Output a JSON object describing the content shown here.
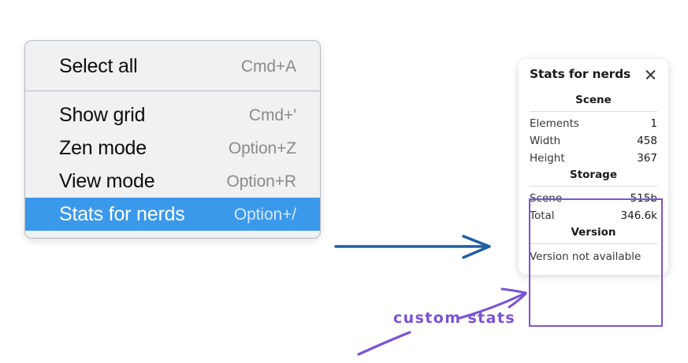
{
  "context_menu": {
    "sections": [
      {
        "items": [
          {
            "label": "Select all",
            "shortcut": "Cmd+A",
            "selected": false
          }
        ]
      },
      {
        "items": [
          {
            "label": "Show grid",
            "shortcut": "Cmd+'",
            "selected": false
          },
          {
            "label": "Zen mode",
            "shortcut": "Option+Z",
            "selected": false
          },
          {
            "label": "View mode",
            "shortcut": "Option+R",
            "selected": false
          },
          {
            "label": "Stats for nerds",
            "shortcut": "Option+/",
            "selected": true
          }
        ]
      }
    ],
    "highlight_color": "#3b99ec"
  },
  "stats_panel": {
    "title": "Stats for nerds",
    "close_icon": "close-icon",
    "sections": [
      {
        "heading": "Scene",
        "rows": [
          {
            "label": "Elements",
            "value": "1"
          },
          {
            "label": "Width",
            "value": "458"
          },
          {
            "label": "Height",
            "value": "367"
          }
        ]
      },
      {
        "heading": "Storage",
        "rows": [
          {
            "label": "Scene",
            "value": "515b"
          },
          {
            "label": "Total",
            "value": "346.6k"
          }
        ]
      },
      {
        "heading": "Version",
        "note": "Version not available"
      }
    ]
  },
  "annotations": {
    "custom_stats_label": "custom stats",
    "purple_color": "#7a52d6",
    "blue_arrow_color": "#1f5fa0"
  }
}
